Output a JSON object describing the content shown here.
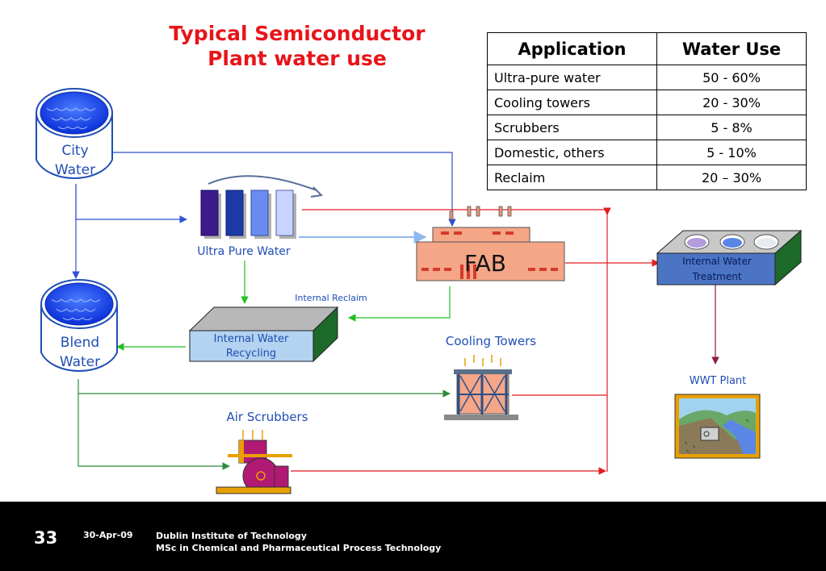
{
  "title": {
    "line1": "Typical Semiconductor",
    "line2": "Plant water use"
  },
  "table": {
    "headers": [
      "Application",
      "Water Use"
    ],
    "rows": [
      [
        "Ultra-pure water",
        "50 - 60%"
      ],
      [
        "Cooling towers",
        "20 - 30%"
      ],
      [
        "Scrubbers",
        "5 - 8%"
      ],
      [
        "Domestic, others",
        "5 - 10%"
      ],
      [
        "Reclaim",
        "20 – 30%"
      ]
    ]
  },
  "diagram": {
    "city_water": {
      "line1": "City",
      "line2": "Water"
    },
    "blend_water": {
      "line1": "Blend",
      "line2": "Water"
    },
    "ultra_pure_water": "Ultra Pure Water",
    "fab": "FAB",
    "internal_reclaim": "Internal Reclaim",
    "internal_water_recycling": {
      "line1": "Internal Water",
      "line2": "Recycling"
    },
    "internal_water_treatment": {
      "line1": "Internal Water",
      "line2": "Treatment"
    },
    "cooling_towers": "Cooling Towers",
    "air_scrubbers": "Air Scrubbers",
    "wwt_plant": "WWT Plant"
  },
  "footer": {
    "page_number": "33",
    "date": "30-Apr-09",
    "institution": "Dublin Institute of Technology",
    "course": "MSc in Chemical and Pharmaceutical Process Technology"
  },
  "colors": {
    "title": "#e8141a",
    "label_blue": "#1f4eb4",
    "flow_blue": "#2f4fd8",
    "flow_red": "#e31b23",
    "flow_green": "#22c022",
    "flow_dark_green": "#2e8b3e",
    "flow_purple": "#8b1a4a"
  }
}
